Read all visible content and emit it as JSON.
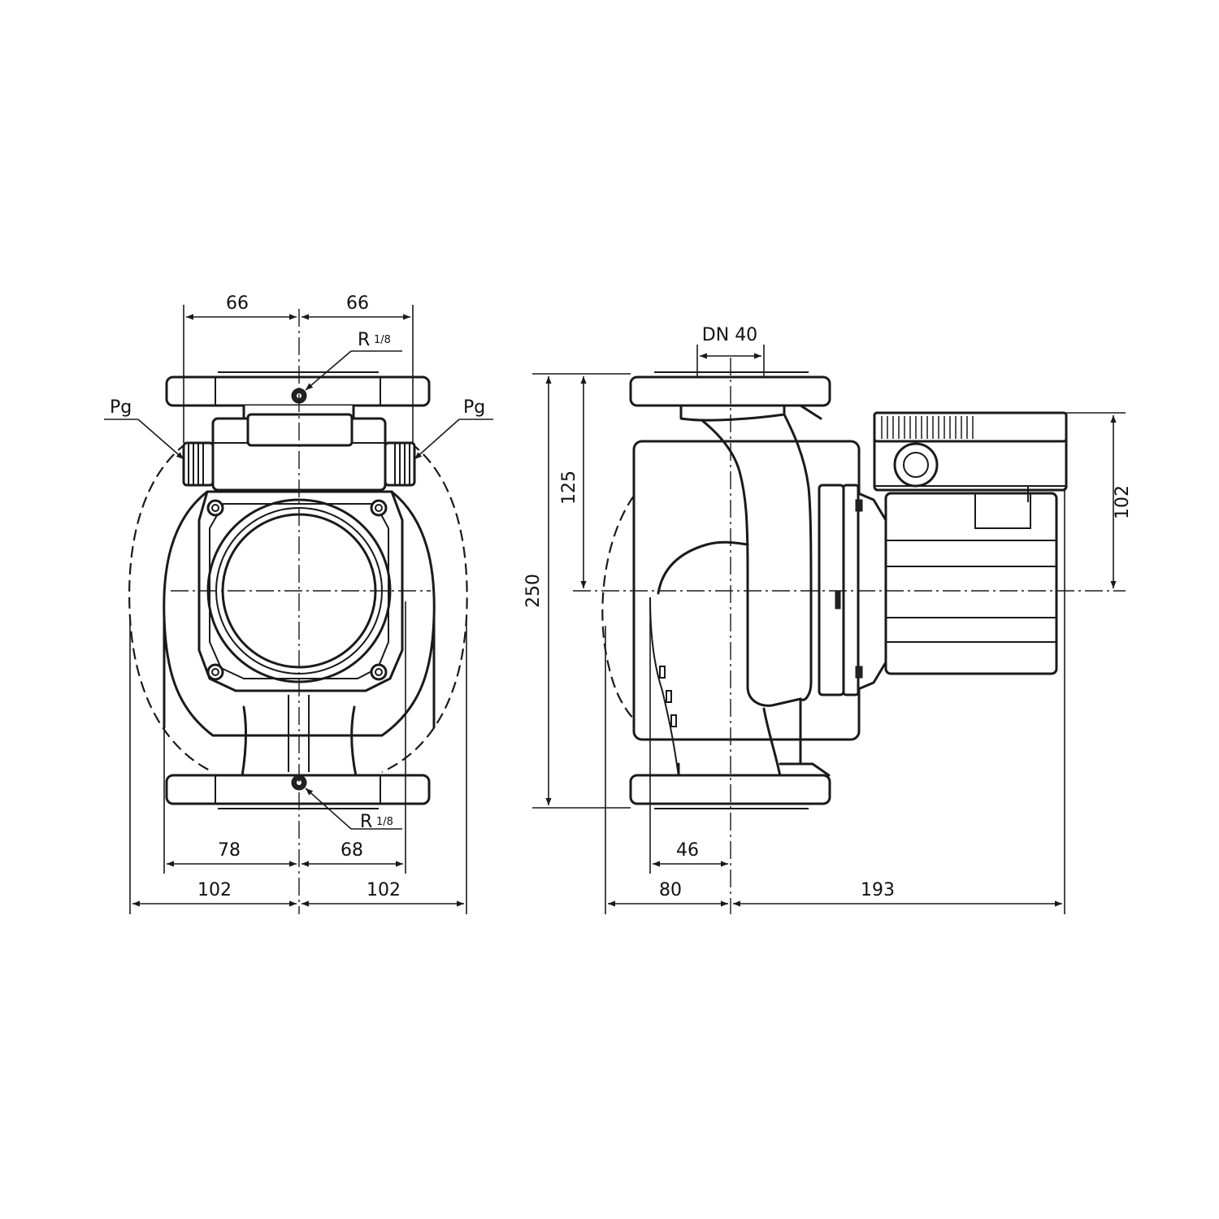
{
  "front_view": {
    "dim_top_left": "66",
    "dim_top_right": "66",
    "label_r_top": "R",
    "label_r_top_frac": "1/8",
    "label_pg_left": "Pg",
    "label_pg_right": "Pg",
    "label_r_bottom": "R",
    "label_r_bottom_frac": "1/8",
    "dim_bottom_inner_left": "78",
    "dim_bottom_inner_right": "68",
    "dim_bottom_outer_left": "102",
    "dim_bottom_outer_right": "102"
  },
  "side_view": {
    "dim_nominal": "DN 40",
    "dim_height_half": "125",
    "dim_height_total": "250",
    "dim_motor_height": "102",
    "dim_port_offset": "46",
    "dim_left_depth": "80",
    "dim_right_depth": "193"
  }
}
